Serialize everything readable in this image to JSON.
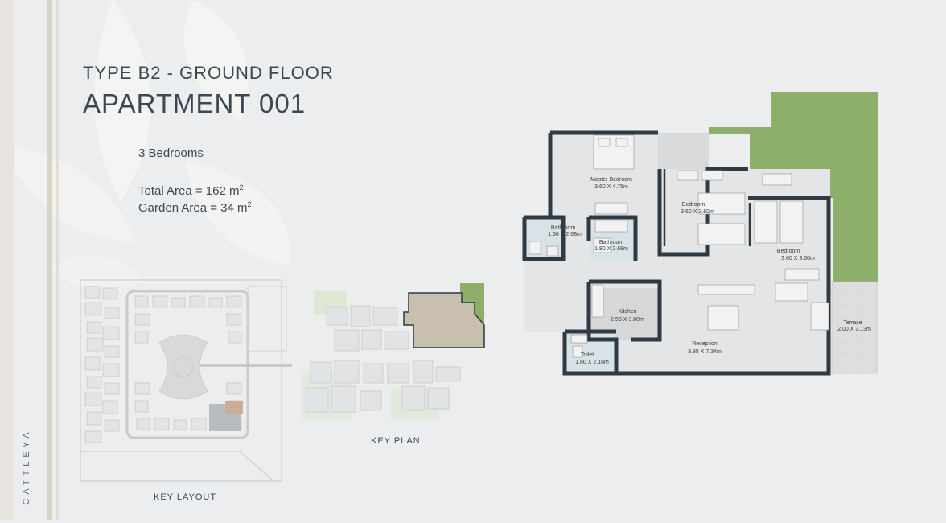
{
  "header": {
    "type_title": "TYPE B2 - GROUND FLOOR",
    "apartment_title": "APARTMENT 001"
  },
  "specs": {
    "bedrooms": "3 Bedrooms",
    "total_area_label": "Total Area = 162 m",
    "garden_area_label": "Garden Area = 34 m",
    "unit_superscript": "2"
  },
  "captions": {
    "key_layout": "KEY  LAYOUT",
    "key_plan": "KEY  PLAN"
  },
  "brand": "CATTLEYA",
  "floorplan": {
    "rooms": [
      {
        "name": "Master Bedroom",
        "size": "3.60 X 4.75m"
      },
      {
        "name": "Bedroom",
        "size": "3.60 X 3.60m"
      },
      {
        "name": "Bedroom",
        "size": "3.60 X 3.60m"
      },
      {
        "name": "Bathroom",
        "size": "1.66 X 2.68m"
      },
      {
        "name": "Bathroom",
        "size": "1.80 X 2.68m"
      },
      {
        "name": "Kitchen",
        "size": "2.50 X 3.00m"
      },
      {
        "name": "Reception",
        "size": "3.85 X 7.34m"
      },
      {
        "name": "Toilet",
        "size": "1.60 X 2.16m"
      },
      {
        "name": "Terrace",
        "size": "2.00 X 3.13m"
      }
    ]
  },
  "colors": {
    "background": "#ecedee",
    "text": "#3b4854",
    "wall": "#2f3a42",
    "garden": "#8daf6a",
    "highlight_unit": "#c9bfae",
    "floor": "#e4e5e6"
  }
}
